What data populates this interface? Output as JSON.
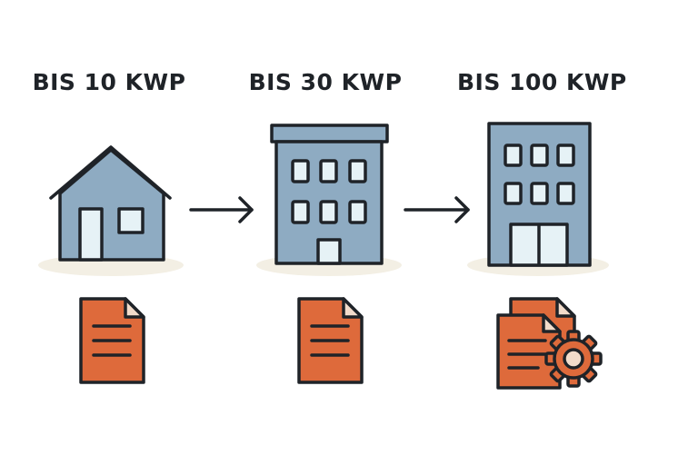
{
  "tiers": [
    {
      "label": "BIS 10 KWP",
      "building": "house",
      "document": "single document"
    },
    {
      "label": "BIS 30 KWP",
      "building": "apartment block",
      "document": "single document"
    },
    {
      "label": "BIS 100 KWP",
      "building": "office tower",
      "document": "document set with settings gear"
    }
  ],
  "colors": {
    "outline": "#1f2328",
    "building_fill": "#8eabc2",
    "window_fill": "#e6f2f6",
    "document_fill": "#de6a3b",
    "document_fold": "#f2dccb",
    "ground_shadow": "#f3efe4",
    "background": "#ffffff"
  },
  "icons": [
    "house-icon",
    "arrow-right-icon",
    "apartment-building-icon",
    "arrow-right-icon",
    "office-tower-icon",
    "document-icon",
    "document-icon",
    "documents-gear-icon"
  ]
}
